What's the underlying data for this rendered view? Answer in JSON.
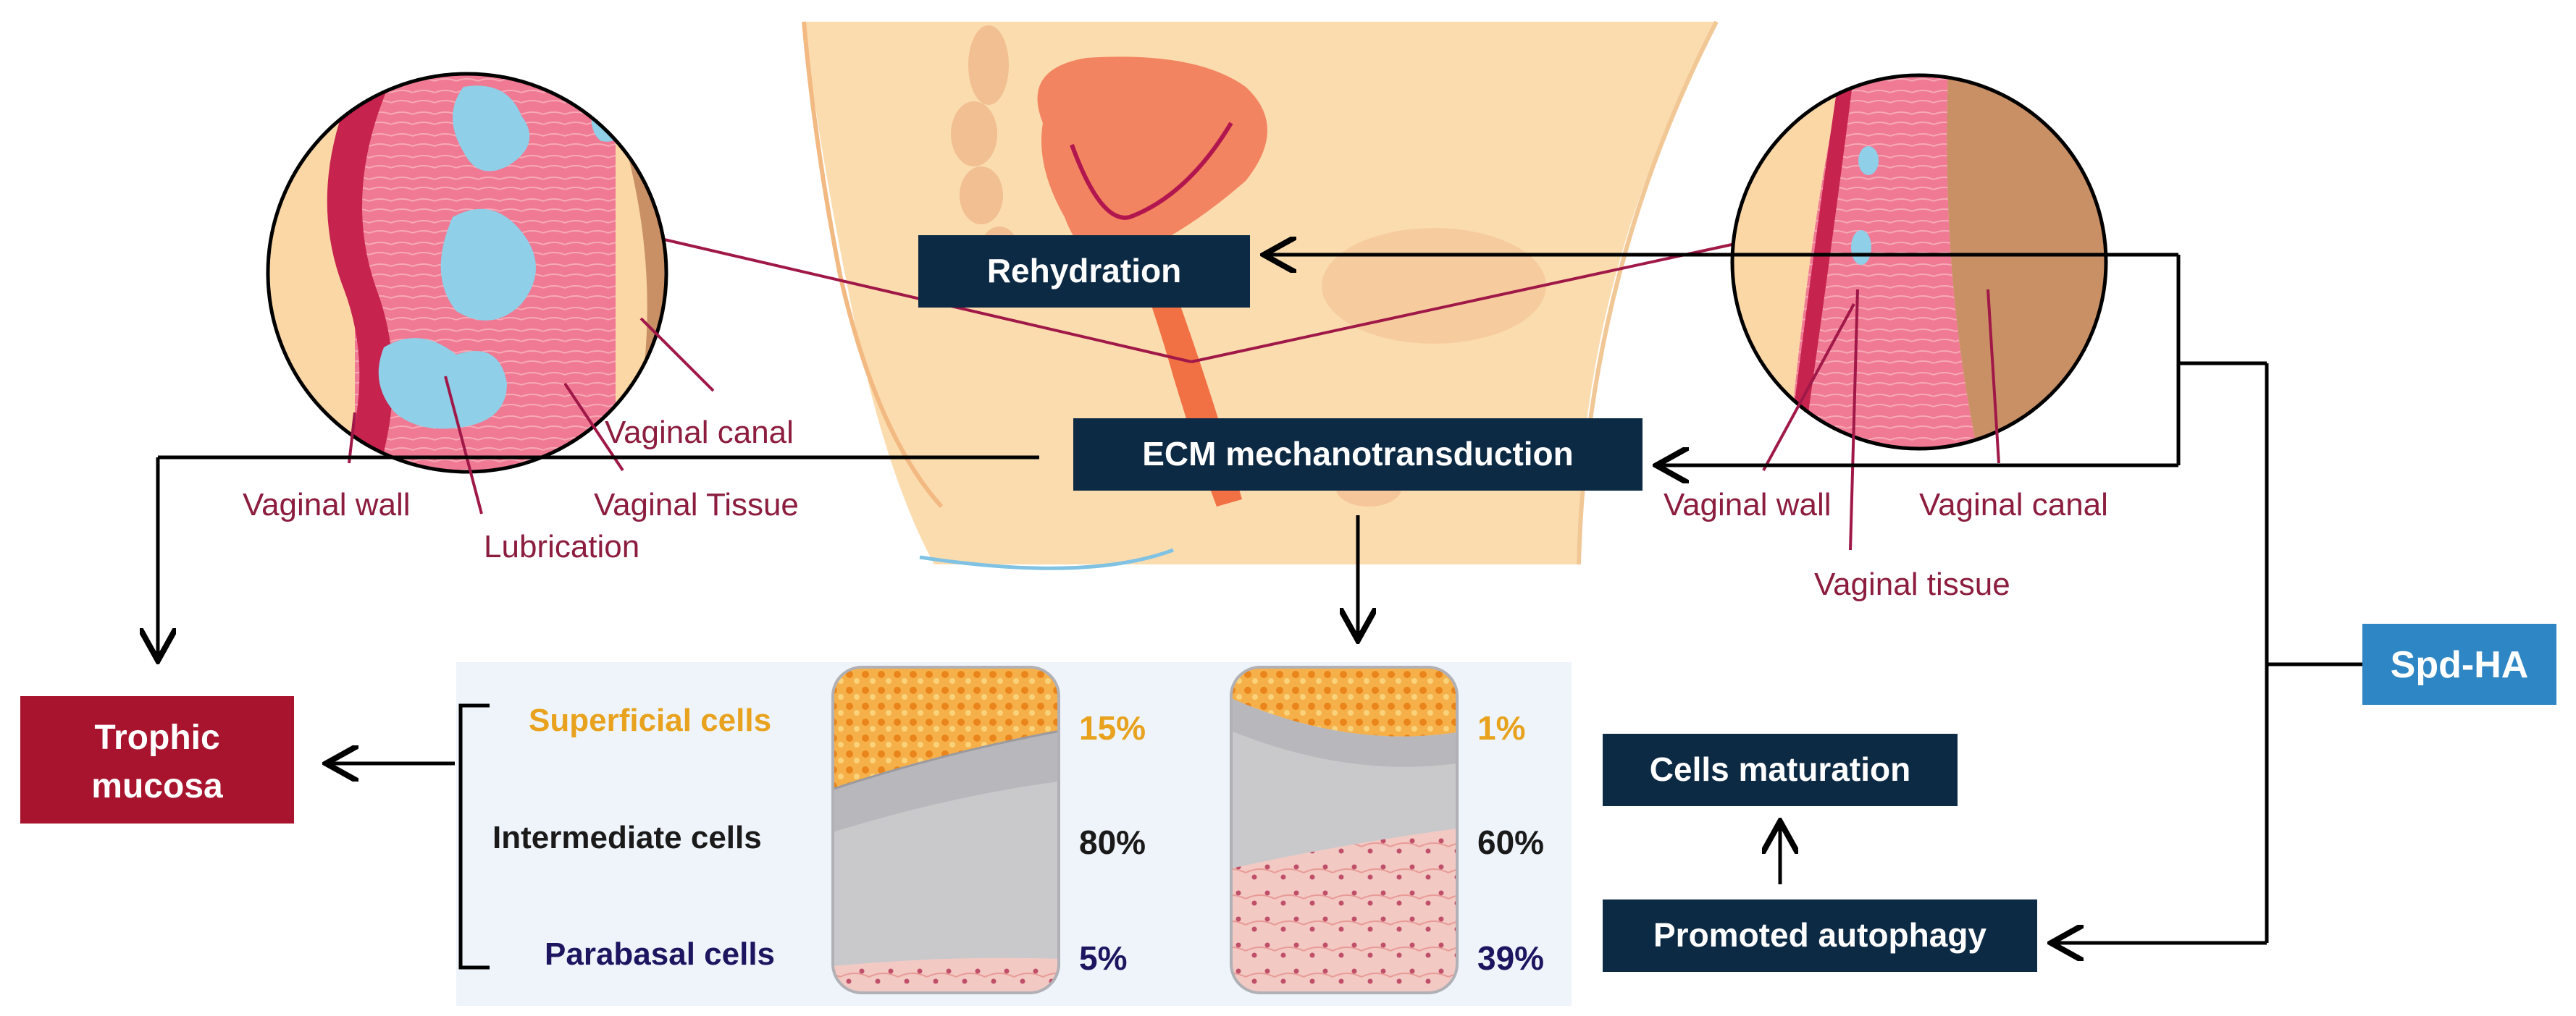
{
  "colors": {
    "dark_box": "#0d2a45",
    "trophic_box": "#a8142e",
    "spd_box": "#2f86c4",
    "anno_text": "#8c1d3f",
    "superficial": "#e8a21d",
    "intermediate": "#1a1a1a",
    "parabasal": "#1e1560"
  },
  "boxes": {
    "rehydration": "Rehydration",
    "ecm": "ECM mechanotransduction",
    "cells_maturation": "Cells maturation",
    "autophagy": "Promoted autophagy",
    "spd_ha": "Spd-HA",
    "trophic_line1": "Trophic",
    "trophic_line2": "mucosa"
  },
  "left_circle_labels": {
    "vaginal_canal": "Vaginal canal",
    "vaginal_wall": "Vaginal wall",
    "vaginal_tissue": "Vaginal Tissue",
    "lubrication": "Lubrication"
  },
  "right_circle_labels": {
    "vaginal_wall": "Vaginal wall",
    "vaginal_canal": "Vaginal canal",
    "vaginal_tissue": "Vaginal tissue"
  },
  "cell_types": {
    "superficial": "Superficial cells",
    "intermediate": "Intermediate cells",
    "parabasal": "Parabasal cells"
  },
  "panel_left": {
    "superficial": "15%",
    "intermediate": "80%",
    "parabasal": "5%"
  },
  "panel_right": {
    "superficial": "1%",
    "intermediate": "60%",
    "parabasal": "39%"
  },
  "icons": {
    "anatomy": "pelvic-anatomy-illustration",
    "left_zoom": "vaginal-tissue-zoom-hydrated",
    "right_zoom": "vaginal-tissue-zoom-atrophic",
    "cell_panels": "epithelium-cross-section"
  }
}
